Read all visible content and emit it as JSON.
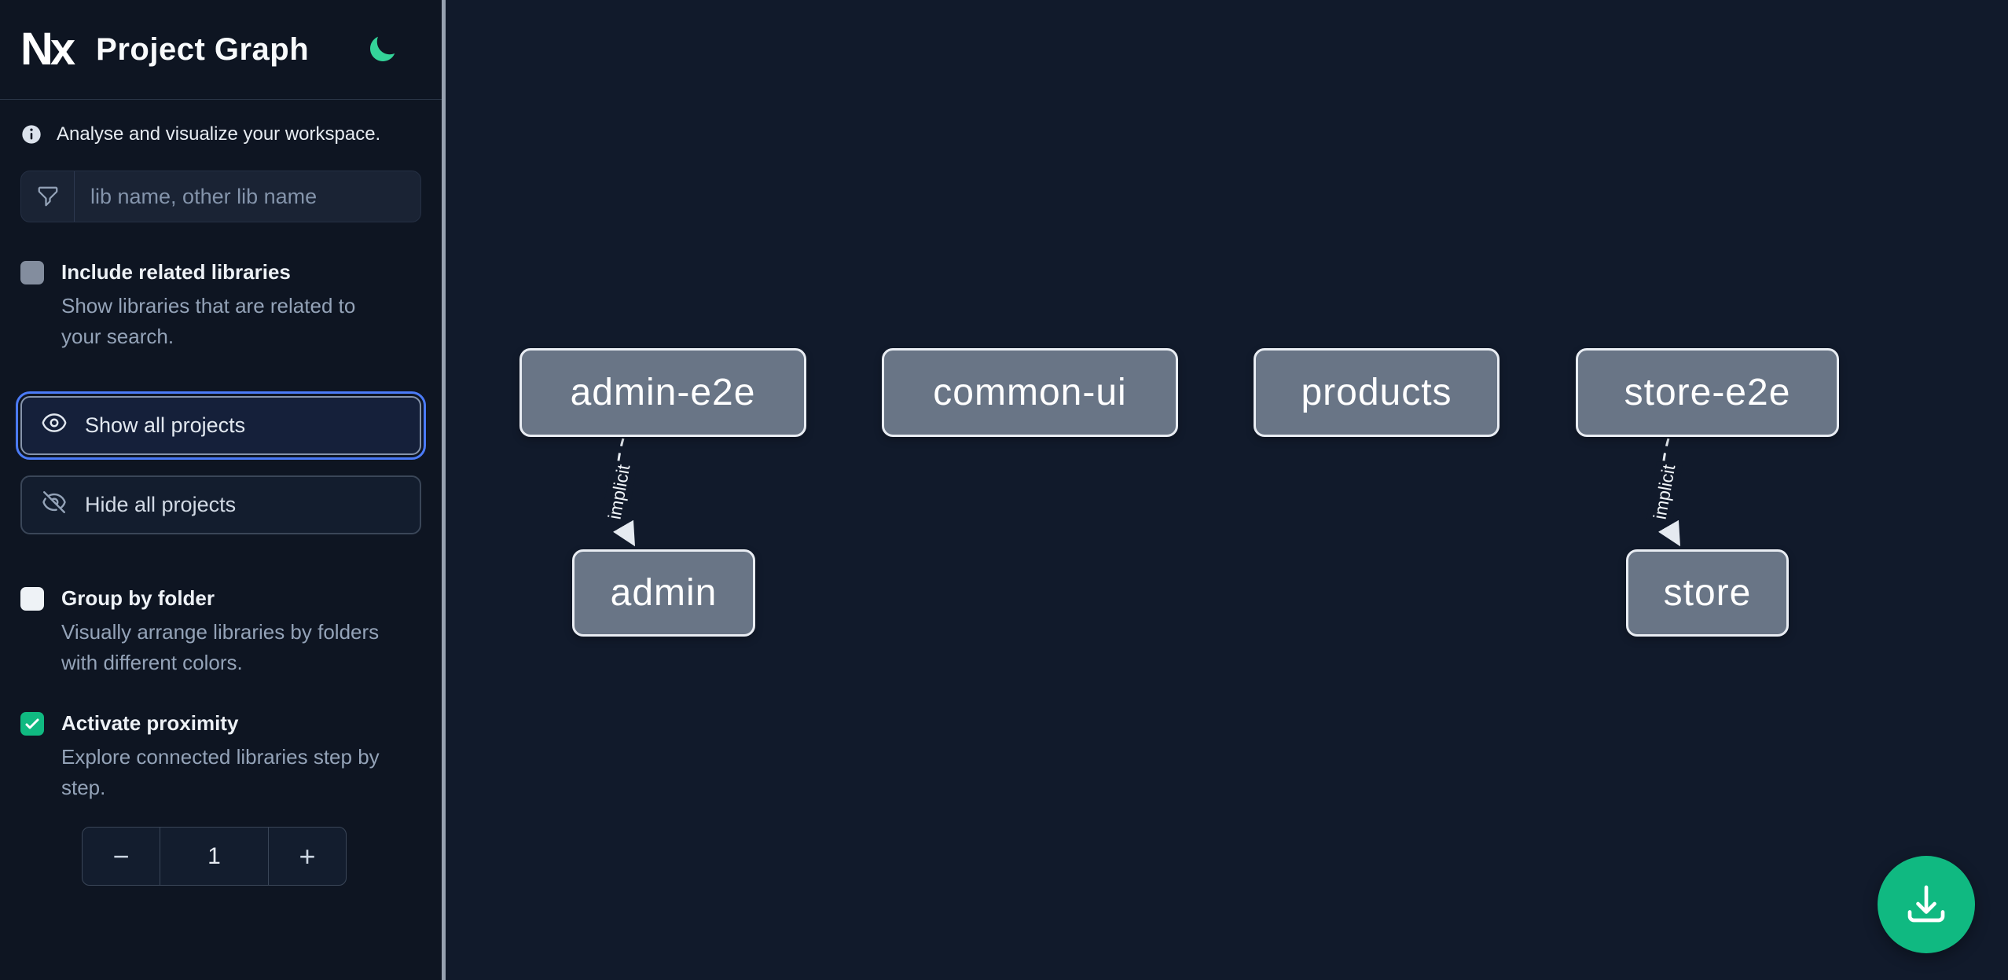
{
  "app": {
    "logo_text": "Nx",
    "title": "Project Graph"
  },
  "sidebar": {
    "tagline": "Analyse and visualize your workspace.",
    "filter_placeholder": "lib name, other lib name",
    "options": [
      {
        "label": "Include related libraries",
        "description": "Show libraries that are related to your search.",
        "checked": false
      },
      {
        "label": "Group by folder",
        "description": "Visually arrange libraries by folders with different colors.",
        "checked": false
      },
      {
        "label": "Activate proximity",
        "description": "Explore connected libraries step by step.",
        "checked": true
      }
    ],
    "actions": {
      "show_all": "Show all projects",
      "hide_all": "Hide all projects"
    },
    "proximity_stepper": {
      "decrement": "−",
      "value": "1",
      "increment": "+"
    }
  },
  "graph": {
    "nodes": [
      {
        "label": "admin-e2e"
      },
      {
        "label": "common-ui"
      },
      {
        "label": "products"
      },
      {
        "label": "store-e2e"
      },
      {
        "label": "admin"
      },
      {
        "label": "store"
      }
    ],
    "edges": [
      {
        "from": "admin-e2e",
        "to": "admin",
        "label": "implicit",
        "style": "dashed"
      },
      {
        "from": "store-e2e",
        "to": "store",
        "label": "implicit",
        "style": "dashed"
      }
    ]
  },
  "colors": {
    "accent_green": "#10b981",
    "moon_green": "#34d399",
    "focus_ring_blue": "#4b7bf7",
    "node_fill": "#697586",
    "node_border": "#e9edf3",
    "sidebar_bg": "#0e1522",
    "canvas_bg": "#111a2b"
  }
}
